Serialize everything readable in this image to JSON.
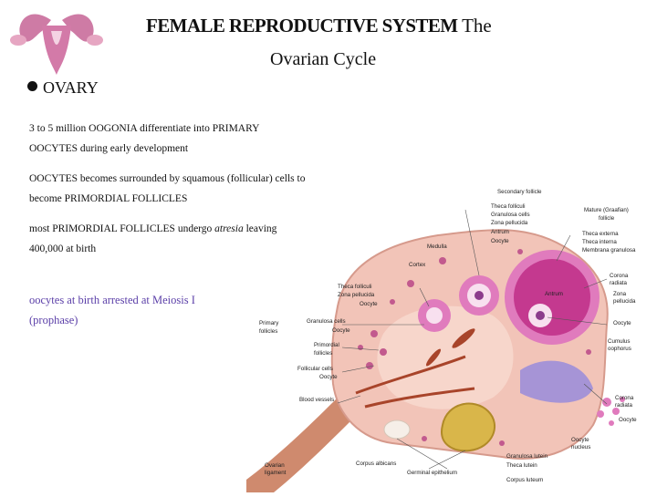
{
  "title": {
    "bold": "FEMALE REPRODUCTIVE SYSTEM",
    "rest": "The",
    "line2": "Ovarian Cycle"
  },
  "bullet": {
    "label": "OVARY"
  },
  "paragraphs": [
    {
      "line1": "3 to 5 million OOGONIA differentiate into PRIMARY",
      "line2": "OOCYTES during early development"
    },
    {
      "line1": "OOCYTES becomes surrounded by squamous (follicular) cells to",
      "line2": "become PRIMORDIAL FOLLICLES"
    },
    {
      "line1_pre": "most PRIMORDIAL FOLLICLES undergo ",
      "line1_em": "atresia",
      "line1_post": " leaving",
      "line2": "400,000 at birth"
    },
    {
      "line1": "oocytes at birth arrested at Meiosis I",
      "line2": "(prophase)"
    }
  ],
  "diagram_labels": {
    "secondary_follicle": "Secondary follicle",
    "theca_folliculi": "Theca folliculi",
    "granulosa_cells_top": "Granulosa cells",
    "zona_pellucida_top": "Zona pellucida",
    "antrum_top": "Antrum",
    "oocyte_top": "Oocyte",
    "medulla": "Medulla",
    "cortex": "Cortex",
    "theca_folliculi_left": "Theca folliculi",
    "zona_pellucida_left": "Zona pellucida",
    "oocyte_left": "Oocyte",
    "primary_follicles_1": "Primary",
    "primary_follicles_2": "follicles",
    "granulosa_cells_left": "Granulosa cells",
    "oocyte_left2": "Oocyte",
    "primordial_follicles_1": "Primordial",
    "primordial_follicles_2": "follicles",
    "follicular_cells": "Follicular cells",
    "oocyte_left3": "Oocyte",
    "blood_vessels": "Blood vessels",
    "mature_follicle_1": "Mature (Graafian)",
    "mature_follicle_2": "follicle",
    "theca_externa": "Theca externa",
    "theca_interna": "Theca interna",
    "membrana_granulosa": "Membrana granulosa",
    "corona_radiata_1": "Corona",
    "corona_radiata_2": "radiata",
    "antrum_center": "Antrum",
    "zona_pellucida_right_1": "Zona",
    "zona_pellucida_right_2": "pellucida",
    "oocyte_right": "Oocyte",
    "cumulus_1": "Cumulus",
    "cumulus_2": "oophorus",
    "corona_radiata_low_1": "Corona",
    "corona_radiata_low_2": "radiata",
    "oocyte_low": "Oocyte",
    "oocyte_nucleus_1": "Oocyte",
    "oocyte_nucleus_2": "nucleus",
    "ovarian_ligament_1": "Ovarian",
    "ovarian_ligament_2": "ligament",
    "corpus_albicans": "Corpus albicans",
    "germinal_epithelium": "Germinal epithelium",
    "granulosa_lutein": "Granulosa lutein",
    "theca_lutein": "Theca lutein",
    "corpus_luteum": "Corpus luteum"
  },
  "colors": {
    "ovary_tissue": "#f2c4b8",
    "follicle_pink": "#e07bbd",
    "antrum": "#c4398f",
    "corpus_luteum": "#d9b64a",
    "vessel": "#a8442a",
    "link_text": "#5b3fa8"
  }
}
